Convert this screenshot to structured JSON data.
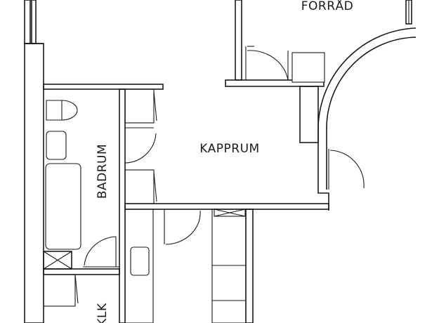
{
  "rooms": {
    "forrad": "FÖRRÅD",
    "kapprum": "KAPPRUM",
    "badrum": "BADRUM",
    "klk": "KLK"
  },
  "colors": {
    "line": "#1a1a1a",
    "background": "#ffffff"
  }
}
